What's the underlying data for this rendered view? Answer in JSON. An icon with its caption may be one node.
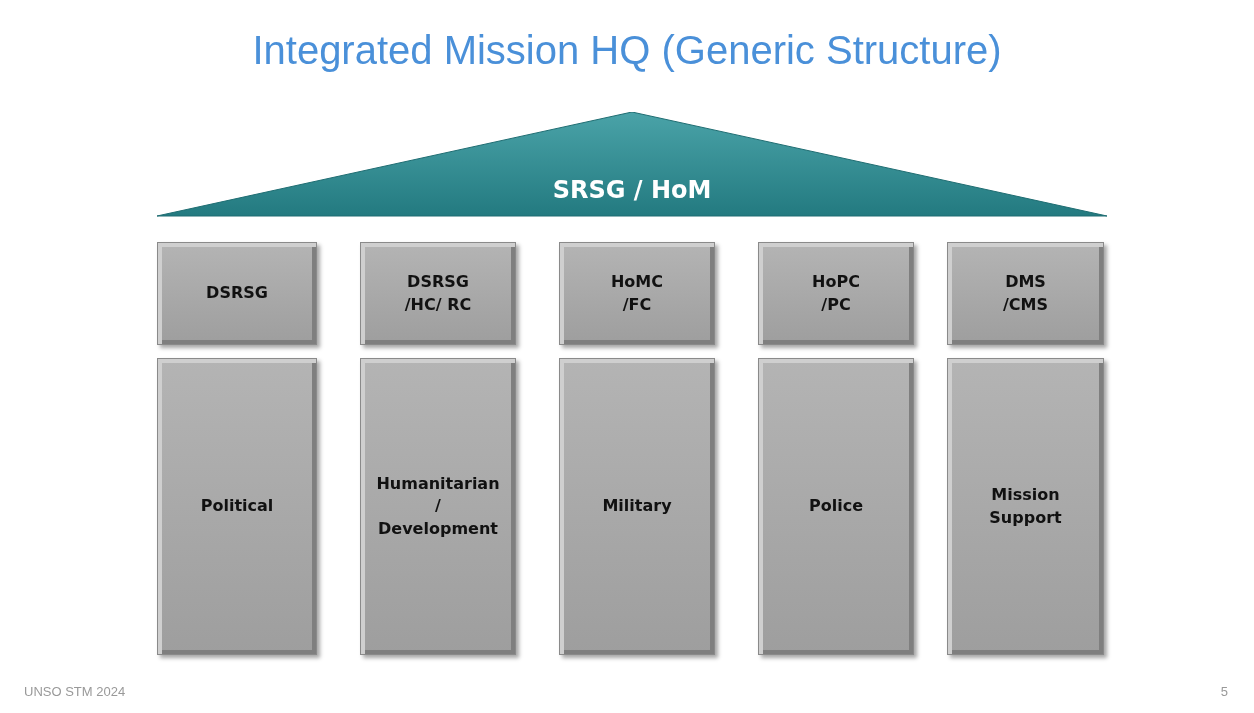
{
  "diagram": {
    "title": "Integrated Mission HQ (Generic Structure)",
    "nodes": [
      {
        "text": [
          "SRSG / HoM"
        ]
      },
      {
        "text": [
          "DSRSG"
        ]
      },
      {
        "text": [
          "DSRSG /HC/ RC"
        ]
      },
      {
        "text": [
          "HoMC /FC"
        ]
      },
      {
        "text": [
          "HoPC /PC"
        ]
      },
      {
        "text": [
          "DMS /CMS"
        ]
      },
      {
        "text": [
          "Political"
        ]
      },
      {
        "text": [
          "Humanitarian / Development"
        ]
      },
      {
        "text": [
          "Military"
        ]
      },
      {
        "text": [
          "Police"
        ]
      },
      {
        "text": [
          "Mission Support"
        ]
      }
    ],
    "edges": [],
    "labels": [
      "UNSO STM 2024",
      "5"
    ]
  }
}
